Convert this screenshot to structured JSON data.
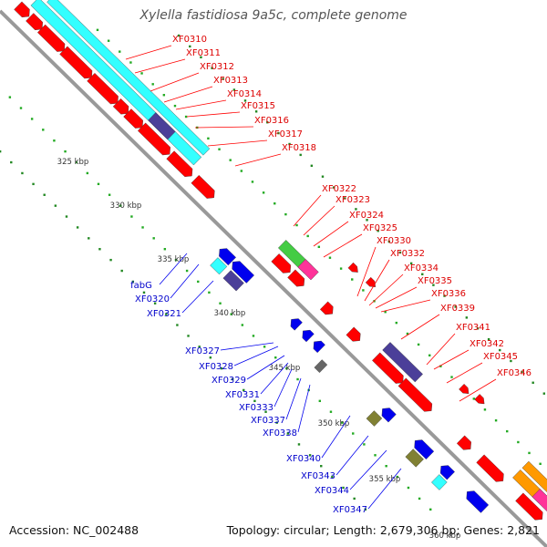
{
  "title": "Xylella fastidiosa 9a5c, complete genome",
  "footer": {
    "accession": "Accession: NC_002488",
    "topology": "Topology: circular; Length: 2,679,306 bp; Genes: 2,821"
  },
  "colors": {
    "backbone": "#999999",
    "forward_cds": "#ff0000",
    "reverse_cds": "#0000ee",
    "cog_cyan": "#33ffff",
    "cog_purple": "#4b3f99",
    "cog_green": "#44cc44",
    "cog_olive": "#808033",
    "cog_orange": "#ff9900",
    "cog_pink": "#ff3399",
    "cog_gray": "#666666",
    "tick_major": "#228822",
    "tick_minor": "#22aa22",
    "label_forward": "#dd0000",
    "label_reverse": "#0000cc"
  },
  "scale_labels": [
    "325 kbp",
    "330 kbp",
    "335 kbp",
    "340 kbp",
    "345 kbp",
    "350 kbp",
    "355 kbp",
    "360 kbp"
  ],
  "forward_labels": [
    "XF0310",
    "XF0311",
    "XF0312",
    "XF0313",
    "XF0314",
    "XF0315",
    "XF0316",
    "XF0317",
    "XF0318",
    "XF0322",
    "XF0323",
    "XF0324",
    "XF0325",
    "XF0330",
    "XF0332",
    "XF0334",
    "XF0335",
    "XF0336",
    "XF0339",
    "XF0341",
    "XF0342",
    "XF0345",
    "XF0346"
  ],
  "reverse_labels": [
    "fabG",
    "XF0320",
    "XF0321",
    "XF0327",
    "XF0328",
    "XF0329",
    "XF0331",
    "XF0333",
    "XF0337",
    "XF0338",
    "XF0340",
    "XF0343",
    "XF0344",
    "XF0347"
  ]
}
